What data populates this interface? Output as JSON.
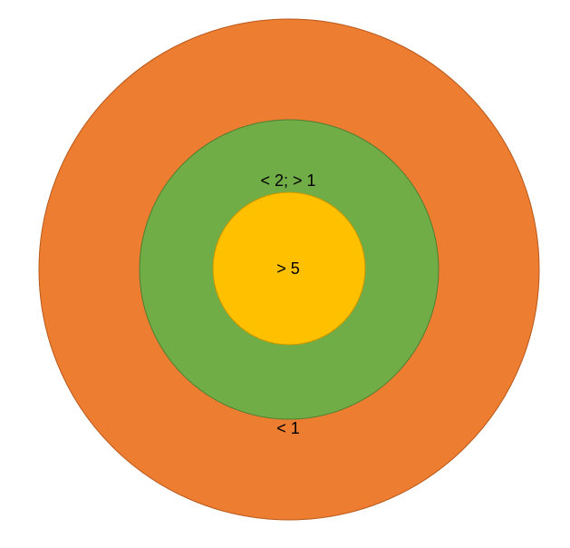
{
  "diagram": {
    "rings": [
      {
        "id": "outer",
        "label": "< 1",
        "fill": "#ED7D31"
      },
      {
        "id": "middle",
        "label": "< 2; > 1",
        "fill": "#70AD47"
      },
      {
        "id": "inner",
        "label": "> 5",
        "fill": "#FFC000"
      }
    ]
  }
}
